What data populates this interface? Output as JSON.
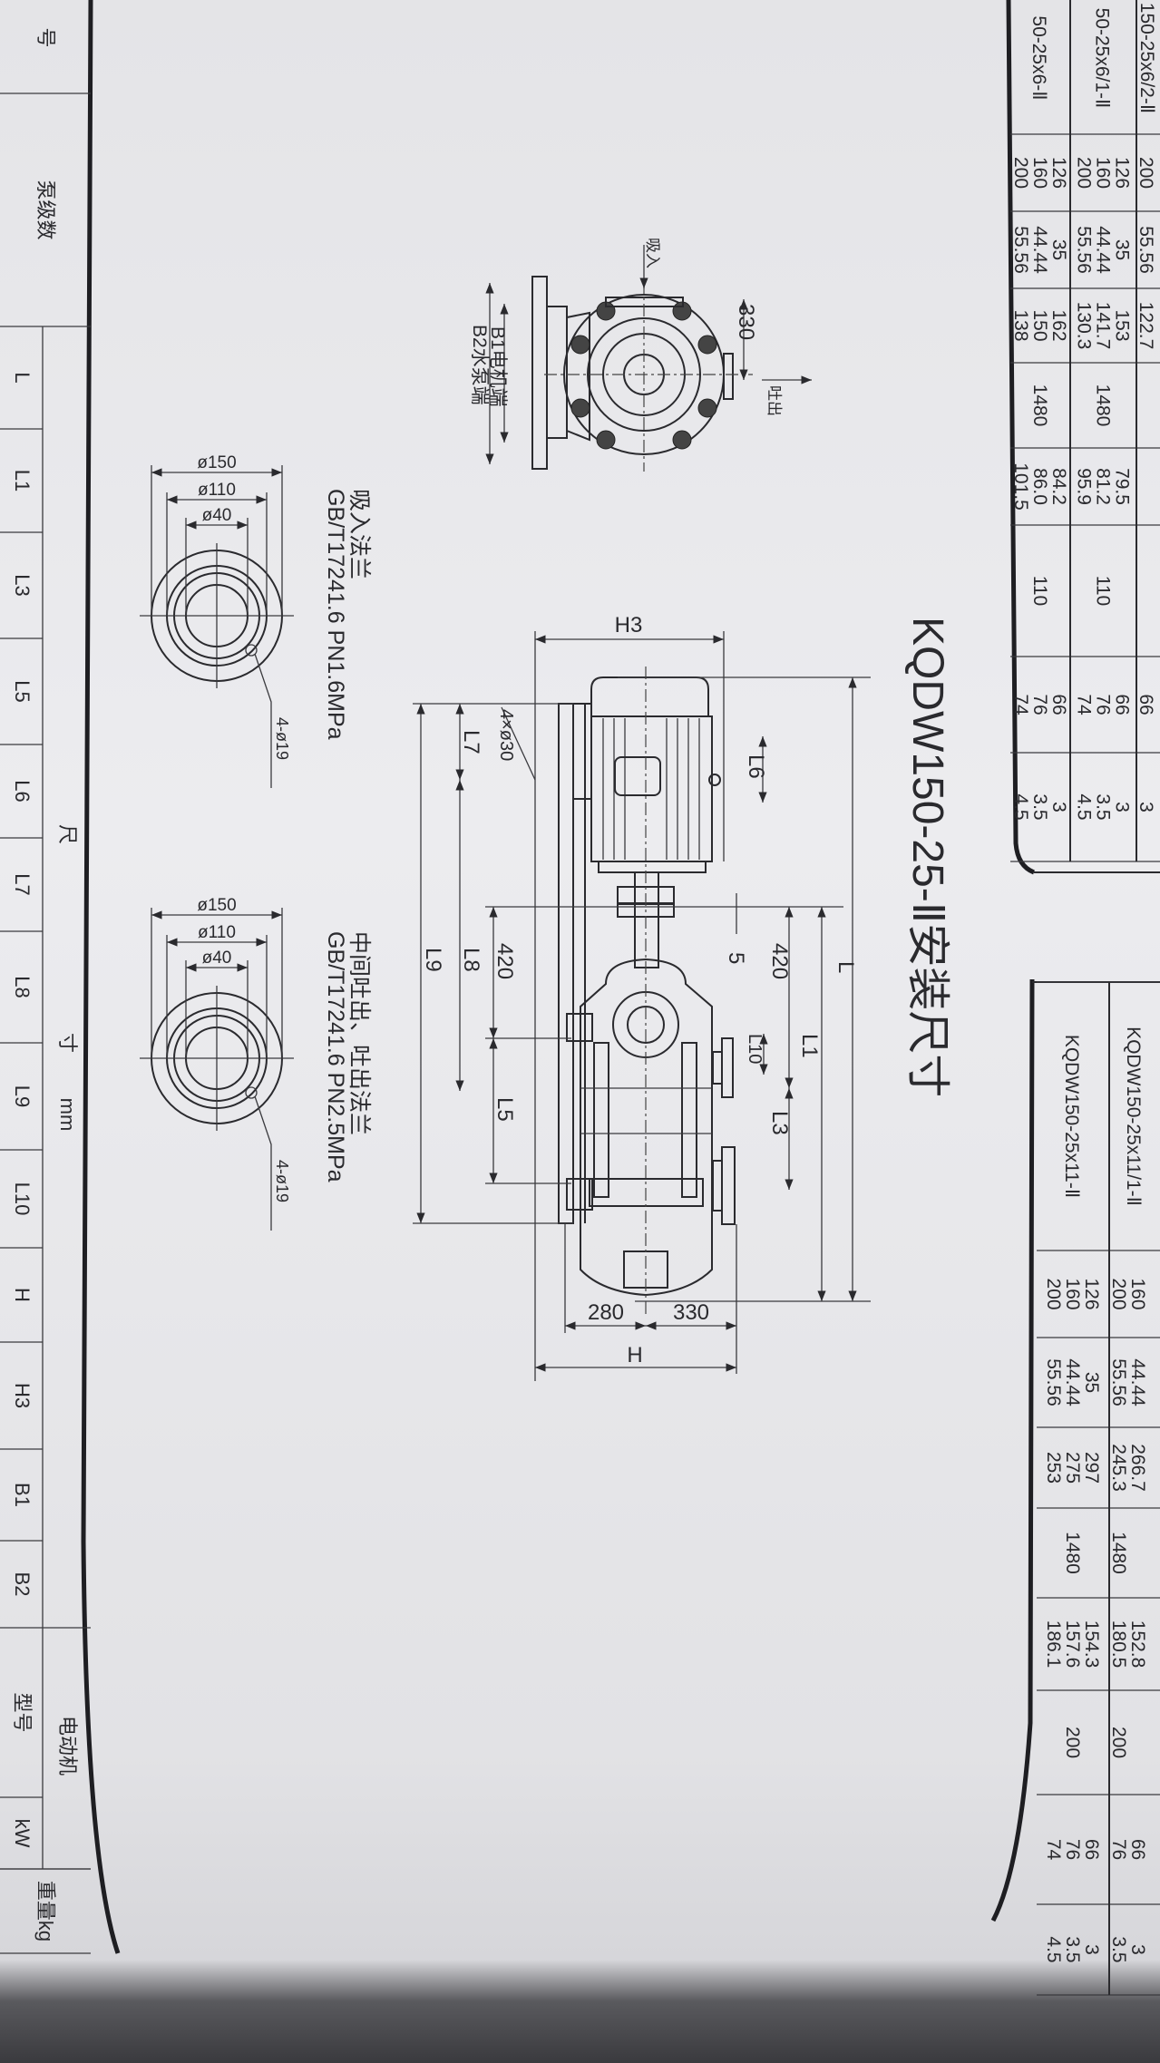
{
  "title": "KQDW150-25-Ⅱ安装尺寸",
  "header_table": {
    "columns": [
      "号",
      "泵级数",
      "L",
      "L1",
      "L3",
      "L5",
      "L6",
      "L7",
      "L8",
      "L9",
      "L10",
      "H",
      "H3",
      "B1",
      "B2",
      "型号",
      "kW",
      "重量kg"
    ],
    "group_size": [
      "尺",
      "寸",
      "mm"
    ],
    "group_motor": "电动机"
  },
  "spec_table_top": {
    "rows": [
      {
        "model": "150-25x6/2-Ⅱ",
        "cells": [
          [
            "200"
          ],
          [
            "55.56"
          ],
          [
            "122.7"
          ],
          [
            ""
          ],
          [
            ""
          ],
          [
            ""
          ],
          [
            "66"
          ],
          [
            "3"
          ]
        ]
      },
      {
        "model": "50-25x6/1-Ⅱ",
        "cells": [
          [
            "126",
            "160",
            "200"
          ],
          [
            "35",
            "44.44",
            "55.56"
          ],
          [
            "153",
            "141.7",
            "130.3"
          ],
          [
            "1480"
          ],
          [
            "79.5",
            "81.2",
            "95.9"
          ],
          [
            "110"
          ],
          [
            "66",
            "76",
            "74"
          ],
          [
            "3",
            "3.5",
            "4.5"
          ]
        ]
      },
      {
        "model": "50-25x6-Ⅱ",
        "cells": [
          [
            "126",
            "160",
            "200"
          ],
          [
            "35",
            "44.44",
            "55.56"
          ],
          [
            "162",
            "150",
            "138"
          ],
          [
            "1480"
          ],
          [
            "84.2",
            "86.0",
            "101.5"
          ],
          [
            "110"
          ],
          [
            "66",
            "76",
            "74"
          ],
          [
            "3",
            "3.5",
            "4.5"
          ]
        ]
      }
    ]
  },
  "spec_table_bottom": {
    "rows": [
      {
        "model": "KQDW150-25x11/1-Ⅱ",
        "cells": [
          [
            "160",
            "200"
          ],
          [
            "44.44",
            "55.56"
          ],
          [
            "266.7",
            "245.3"
          ],
          [
            "1480"
          ],
          [
            "152.8",
            "180.5"
          ],
          [
            "200"
          ],
          [
            "66",
            "76"
          ],
          [
            "3",
            "3.5"
          ]
        ]
      },
      {
        "model": "KQDW150-25x11-Ⅱ",
        "cells": [
          [
            "126",
            "160",
            "200"
          ],
          [
            "35",
            "44.44",
            "55.56"
          ],
          [
            "297",
            "275",
            "253"
          ],
          [
            "1480"
          ],
          [
            "154.3",
            "157.6",
            "186.1"
          ],
          [
            "200"
          ],
          [
            "66",
            "76",
            "74"
          ],
          [
            "3",
            "3.5",
            "4.5"
          ]
        ]
      }
    ]
  },
  "drawing": {
    "H3": "H3",
    "L": "L",
    "L1": "L1",
    "L3": "L3",
    "L5": "L5",
    "L6": "L6",
    "L7": "L7",
    "L8": "L8",
    "L9": "L9",
    "L10": "L10",
    "dim_420_right": "420",
    "dim_420_left": "420",
    "dim_5": "5",
    "holes": "4×ø30",
    "dim_280": "280",
    "dim_330": "330",
    "H": "H",
    "top_330": "330",
    "inlet": "吸入",
    "outlet": "吐出",
    "B1": "B1电机端",
    "B2": "B2水泵端"
  },
  "flanges": [
    {
      "name": "吸入法兰",
      "standard": "GB/T17241.6 PN1.6MPa",
      "holes": "4-ø19",
      "d_outer": "ø150",
      "d_pitch": "ø110",
      "d_bore": "ø40"
    },
    {
      "name": "中间吐出、吐出法兰",
      "standard": "GB/T17241.6 PN2.5MPa",
      "holes": "4-ø19",
      "d_outer": "ø150",
      "d_pitch": "ø110",
      "d_bore": "ø40"
    }
  ]
}
